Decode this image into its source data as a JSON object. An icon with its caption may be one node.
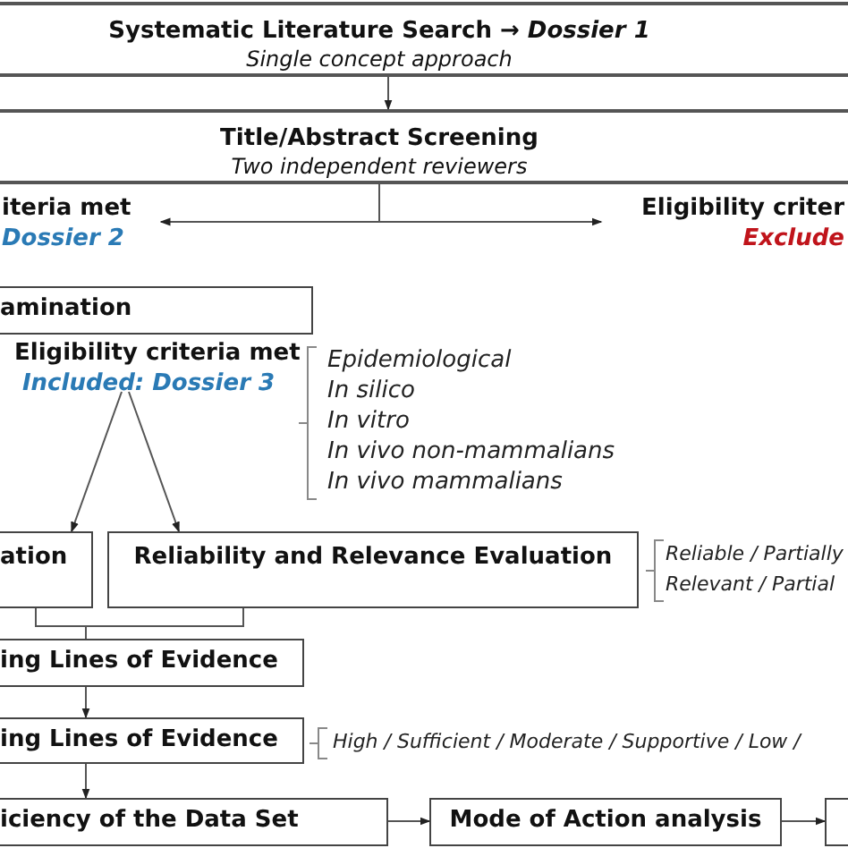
{
  "diagram": {
    "nodes": [
      {
        "text": [
          "Systematic Literature Search → *Dossier 1*",
          "Single concept approach"
        ]
      },
      {
        "text": [
          "Title/Abstract Screening",
          "Two independent reviewers"
        ]
      },
      {
        "text": [
          "iteria met",
          "Dossier 2"
        ]
      },
      {
        "text": [
          "Eligibility criter",
          "Exclude"
        ]
      },
      {
        "text": [
          "amination"
        ]
      },
      {
        "text": [
          "Eligibility criteria met",
          "Included: Dossier 3"
        ],
        "beside": [
          "Epidemiological",
          "In silico",
          "In vitro",
          "In vivo non-mammalians",
          "In vivo mammalians"
        ]
      },
      {
        "text": [
          "ation"
        ]
      },
      {
        "text": [
          "Reliability and Relevance Evaluation"
        ],
        "beside": [
          "Reliable / Partially",
          "Relevant / Partial"
        ]
      },
      {
        "text": [
          "ing Lines of Evidence"
        ]
      },
      {
        "text": [
          "ing Lines of Evidence"
        ],
        "beside": [
          "High / Sufficient / Moderate / Supportive / Low /"
        ]
      },
      {
        "text": [
          "iciency of the Data Set"
        ]
      },
      {
        "text": [
          "Mode of Action analysis"
        ]
      },
      {
        "text": [],
        "shape": "box"
      }
    ],
    "edges": [
      {
        "from": 0,
        "to": 1,
        "arrow": "to"
      },
      {
        "from": 1,
        "to": 2,
        "arrow": "to"
      },
      {
        "from": 1,
        "to": 3,
        "arrow": "to"
      },
      {
        "from": 5,
        "to": 6,
        "arrow": "to"
      },
      {
        "from": 5,
        "to": 7,
        "arrow": "to"
      },
      {
        "from": 6,
        "to": 8,
        "arrow": "none"
      },
      {
        "from": 7,
        "to": 8,
        "arrow": "none"
      },
      {
        "from": 8,
        "to": 9,
        "arrow": "to"
      },
      {
        "from": 9,
        "to": 10,
        "arrow": "to"
      },
      {
        "from": 10,
        "to": 11,
        "arrow": "to"
      },
      {
        "from": 11,
        "to": 12,
        "arrow": "to"
      }
    ]
  }
}
